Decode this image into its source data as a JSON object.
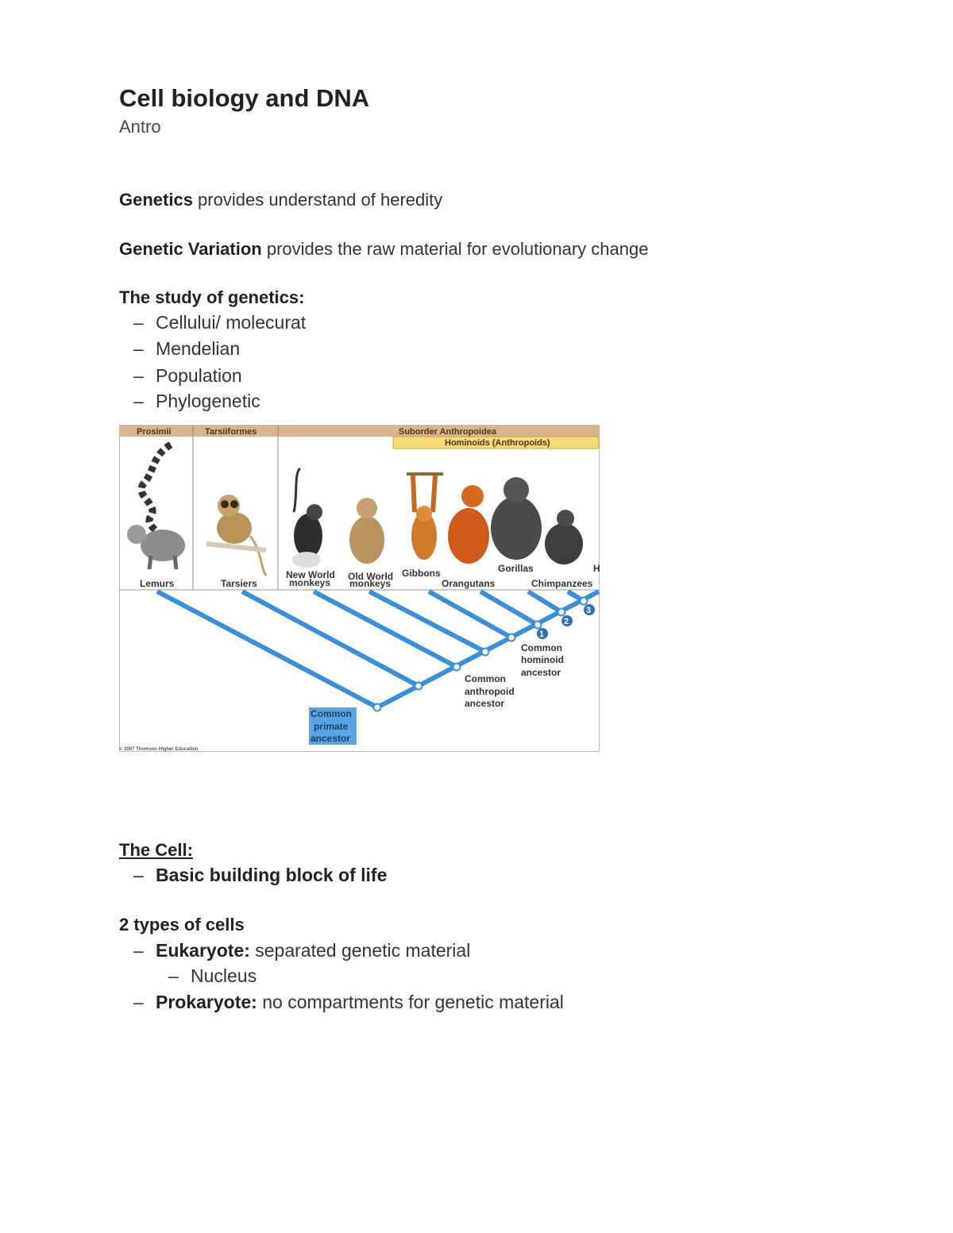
{
  "doc": {
    "title": "Cell biology and DNA",
    "subtitle": "Antro",
    "genetics_term": "Genetics",
    "genetics_text": " provides understand of heredity",
    "variation_term": "Genetic Variation",
    "variation_text": " provides the raw material for evolutionary change",
    "study_heading": "The study of genetics:",
    "study_items": [
      "Cellului/ molecurat",
      "Mendelian",
      "Population",
      "Phylogenetic"
    ],
    "cell_heading": "The Cell:",
    "cell_items": [
      "Basic building block of life"
    ],
    "types_heading": "2 types of cells",
    "eukaryote_term": "Eukaryote:",
    "eukaryote_text": " separated genetic material",
    "nucleus": "Nucleus",
    "prokaryote_term": "Prokaryote:",
    "prokaryote_text": " no compartments for genetic material"
  },
  "figure": {
    "header_prosimii": "Prosimii",
    "header_tarsiiformes": "Tarsiiformes",
    "header_suborder": "Suborder Anthropoidea",
    "header_hominoids": "Hominoids (Anthropoids)",
    "labels": {
      "lemurs": "Lemurs",
      "tarsiers": "Tarsiers",
      "nw1": "New World",
      "nw2": "monkeys",
      "ow1": "Old World",
      "ow2": "monkeys",
      "gibbons": "Gibbons",
      "orangutans": "Orangutans",
      "gorillas": "Gorillas",
      "chimps": "Chimpanzees",
      "h": "H"
    },
    "node_numbers": [
      "1",
      "2",
      "3"
    ],
    "hominoid_ancestor": [
      "Common",
      "hominoid",
      "ancestor"
    ],
    "anthropoid_ancestor": [
      "Common",
      "anthropoid",
      "ancestor"
    ],
    "primate_ancestor": [
      "Common",
      "primate",
      "ancestor"
    ],
    "copyright": "© 2007 Thomson Higher Education",
    "colors": {
      "branch": "#3b8fd9",
      "header_tan": "#d9b48e",
      "hominoid_band": "#f6d978",
      "primate_box": "#5aa5e6"
    }
  }
}
